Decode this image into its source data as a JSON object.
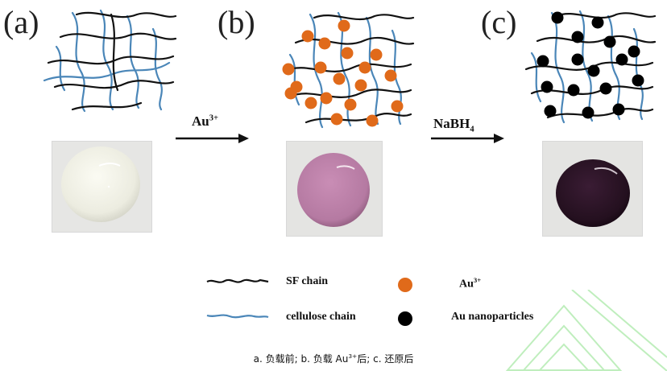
{
  "panels": [
    {
      "label": "(a)"
    },
    {
      "label": "(b)"
    },
    {
      "label": "(c)"
    }
  ],
  "arrows": [
    {
      "label_main": "Au",
      "label_sup": "3+"
    },
    {
      "label_main": "NaBH",
      "label_sub": "4"
    }
  ],
  "legend": {
    "sf_chain": "SF chain",
    "cellulose_chain": "cellulose chain",
    "au_ion_main": "Au",
    "au_ion_sup": "3+",
    "au_nanoparticles": "Au nanoparticles"
  },
  "caption": {
    "part1": "a.  负载前; b.  负载 Au",
    "sup": "3+",
    "part2": "后; c.  还原后"
  },
  "colors": {
    "sf_chain": "#111111",
    "cellulose_chain": "#4a86b8",
    "au_ion": "#e06a1a",
    "au_nanoparticle": "#000000",
    "watermark": "#9be09b"
  }
}
